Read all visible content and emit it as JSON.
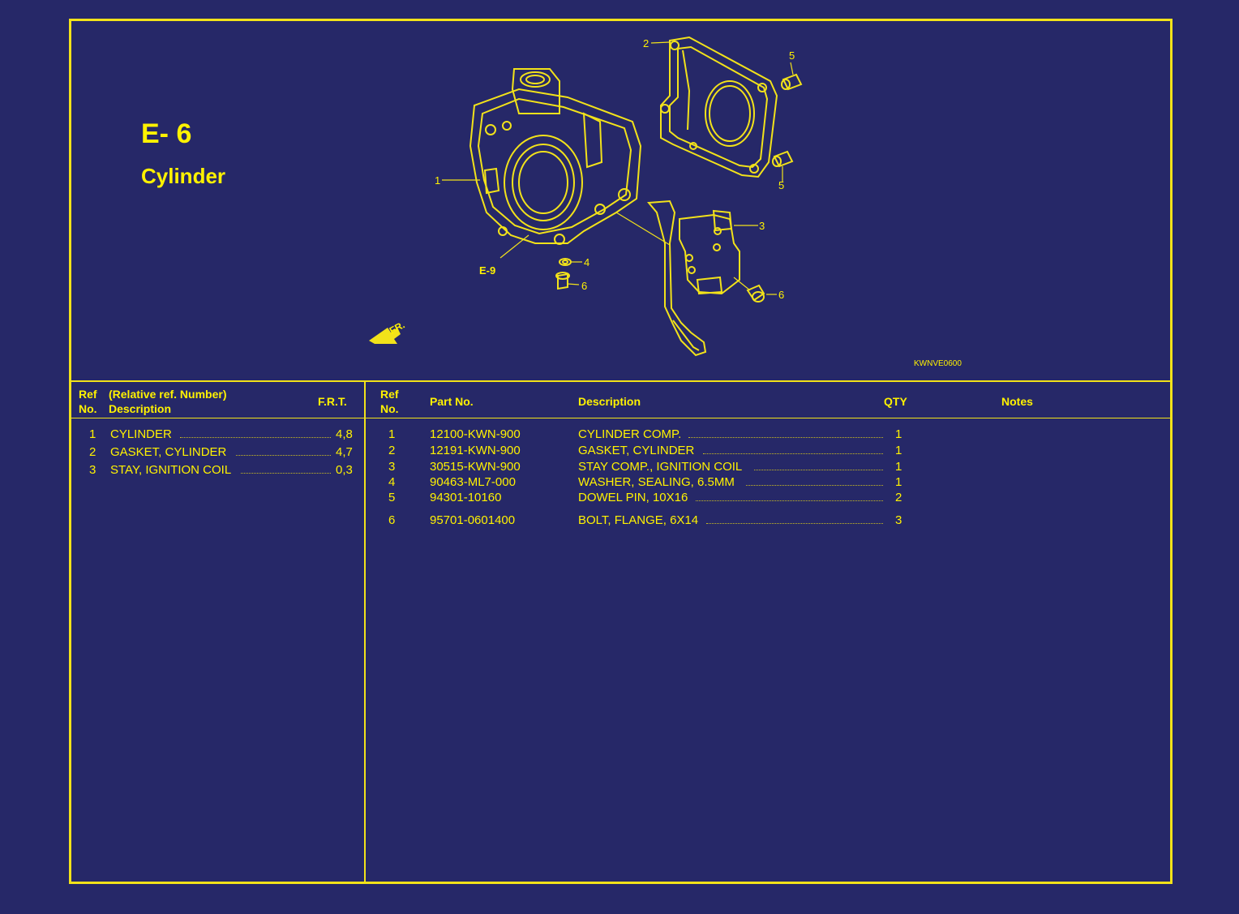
{
  "page": {
    "code": "E- 6",
    "name": "Cylinder",
    "diagram_code": "KWNVE0600"
  },
  "diagram_labels": {
    "callout_1": "1",
    "callout_2": "2",
    "callout_3": "3",
    "callout_4": "4",
    "callout_5a": "5",
    "callout_5b": "5",
    "callout_6a": "6",
    "callout_6b": "6",
    "ref_e9": "E-9",
    "front_arrow": "FR."
  },
  "left_table": {
    "headers": {
      "ref": "Ref",
      "no": "No.",
      "relative": "(Relative ref. Number)",
      "description": "Description",
      "frt": "F.R.T."
    },
    "rows": [
      {
        "ref": "1",
        "description": "CYLINDER",
        "frt": "4,8"
      },
      {
        "ref": "2",
        "description": "GASKET, CYLINDER",
        "frt": "4,7"
      },
      {
        "ref": "3",
        "description": "STAY, IGNITION COIL",
        "frt": "0,3"
      }
    ]
  },
  "right_table": {
    "headers": {
      "ref": "Ref",
      "no": "No.",
      "part_no": "Part No.",
      "description": "Description",
      "qty": "QTY",
      "notes": "Notes"
    },
    "rows": [
      {
        "ref": "1",
        "part_no": "12100-KWN-900",
        "description": "CYLINDER COMP.",
        "qty": "1"
      },
      {
        "ref": "2",
        "part_no": "12191-KWN-900",
        "description": "GASKET, CYLINDER",
        "qty": "1"
      },
      {
        "ref": "3",
        "part_no": "30515-KWN-900",
        "description": "STAY COMP., IGNITION COIL",
        "qty": "1"
      },
      {
        "ref": "4",
        "part_no": "90463-ML7-000",
        "description": "WASHER, SEALING, 6.5MM",
        "qty": "1"
      },
      {
        "ref": "5",
        "part_no": "94301-10160",
        "description": "DOWEL PIN, 10X16",
        "qty": "2"
      },
      {
        "ref": "6",
        "part_no": "95701-0601400",
        "description": "BOLT, FLANGE, 6X14",
        "qty": "3"
      }
    ]
  },
  "colors": {
    "background": "#262868",
    "line": "#f2e21a",
    "text": "#fff200"
  }
}
